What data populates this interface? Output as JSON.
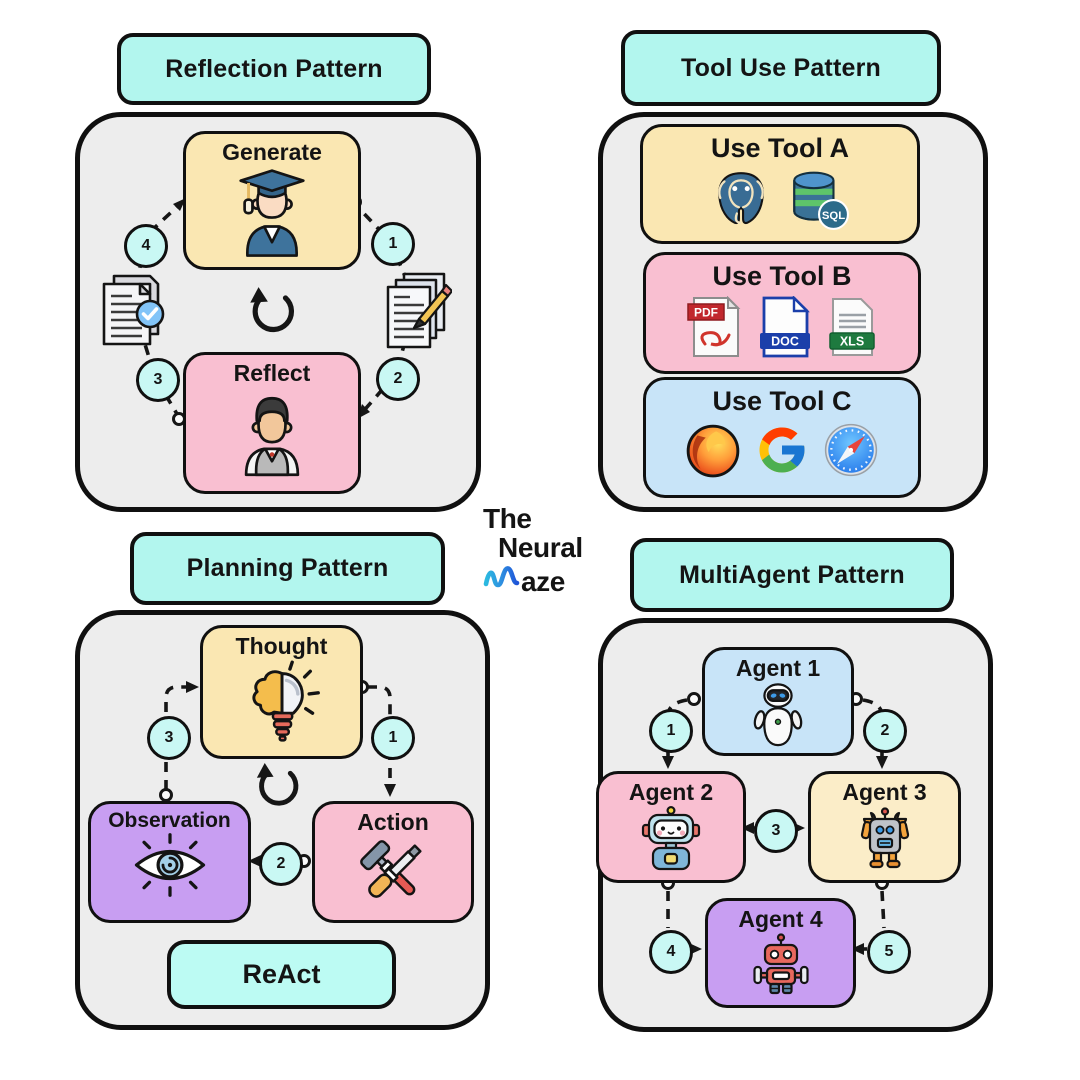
{
  "brand": {
    "line1": "The",
    "line2": "Neural",
    "maze_rest": "aze",
    "maze_m_icon": "wave-m-icon"
  },
  "colors": {
    "header_bg": "#B2F6EE",
    "panel_bg": "#EDEDED",
    "outline": "#101010",
    "yellow_box": "#FAE7B2",
    "yellow_light_box": "#FBEDC8",
    "pink_box": "#F9BFD1",
    "blue_box": "#C8E4F8",
    "purple_box": "#C89EF2",
    "step_circle_bg": "#C9F8F4",
    "react_bg": "#BCFBF3",
    "postgres_blue": "#3A6E96",
    "sql_badge_teal": "#2C6B8A",
    "pdf_red": "#C1272D",
    "doc_blue": "#1B3FAA",
    "xls_green": "#1E7A3F"
  },
  "reflection": {
    "title": "Reflection Pattern",
    "generate": "Generate",
    "reflect": "Reflect",
    "steps": [
      "1",
      "2",
      "3",
      "4"
    ],
    "icons": [
      "graduate-icon",
      "person-icon",
      "documents-approved-icon",
      "documents-edit-icon",
      "cycle-icon"
    ]
  },
  "tool_use": {
    "title": "Tool Use Pattern",
    "tool_a": "Use Tool A",
    "tool_b": "Use Tool B",
    "tool_c": "Use Tool C",
    "sql_badge": "SQL",
    "pdf_badge": "PDF",
    "doc_badge": "DOC",
    "xls_badge": "XLS",
    "icons": [
      "postgresql-icon",
      "sql-database-icon",
      "pdf-file-icon",
      "doc-file-icon",
      "xls-file-icon",
      "firefox-icon",
      "google-icon",
      "safari-icon"
    ]
  },
  "planning": {
    "title": "Planning Pattern",
    "thought": "Thought",
    "observation": "Observation",
    "action": "Action",
    "react": "ReAct",
    "steps": [
      "1",
      "2",
      "3"
    ],
    "icons": [
      "brain-bulb-icon",
      "eye-icon",
      "tools-icon",
      "cycle-icon"
    ]
  },
  "multiagent": {
    "title": "MultiAgent Pattern",
    "agent1": "Agent 1",
    "agent2": "Agent 2",
    "agent3": "Agent 3",
    "agent4": "Agent 4",
    "steps": [
      "1",
      "2",
      "3",
      "4",
      "5"
    ],
    "icons": [
      "robot-eve-icon",
      "robot-cute-icon",
      "robot-claw-icon",
      "robot-red-icon"
    ]
  }
}
